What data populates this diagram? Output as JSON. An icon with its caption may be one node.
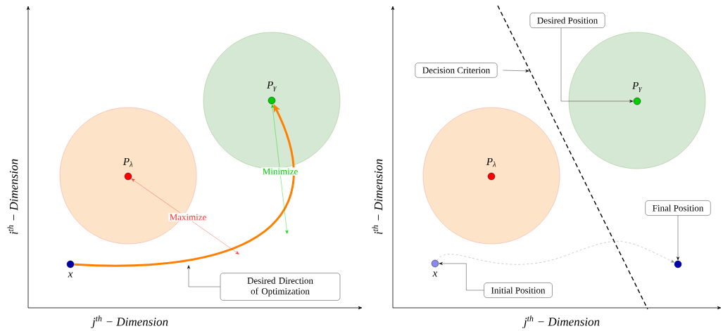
{
  "diagram": {
    "nodes": [
      {
        "text": [],
        "shape": "circle"
      },
      {
        "text": [
          "P$_{λ}$"
        ],
        "in": 0
      },
      {
        "text": [],
        "shape": "circle"
      },
      {
        "text": [
          "P$_{γ}$"
        ],
        "in": 2
      },
      {
        "text": [
          "x"
        ]
      },
      {
        "text": [
          "Desired Direction of Optimization"
        ]
      },
      {
        "text": [],
        "shape": "circle"
      },
      {
        "text": [
          "P$_{λ}$"
        ],
        "in": 6
      },
      {
        "text": [],
        "shape": "circle"
      },
      {
        "text": [
          "P$_{γ}$"
        ],
        "in": 8
      },
      {
        "text": [
          "x"
        ]
      },
      {
        "text": [],
        "shape": "circle"
      },
      {
        "text": [
          "Desired Position"
        ]
      },
      {
        "text": [
          "Decision Criterion"
        ]
      },
      {
        "text": [
          "Final Position"
        ]
      },
      {
        "text": [
          "Initial Position"
        ]
      }
    ],
    "edges": [
      {
        "from": 4,
        "to": 3,
        "arrow": "to",
        "style": "thick",
        "color": "#ff8000"
      },
      {
        "from": 1,
        "to": null,
        "arrow": "both",
        "label": "Maximize",
        "color": "#ff3333"
      },
      {
        "from": 3,
        "to": null,
        "arrow": "both",
        "label": "Minimize",
        "color": "#00cc00"
      },
      {
        "from": 5,
        "to": null,
        "arrow": "to"
      },
      {
        "from": 13,
        "to": null,
        "arrow": "to"
      },
      {
        "from": 12,
        "to": 9,
        "arrow": "to"
      },
      {
        "from": 14,
        "to": 11,
        "arrow": "to"
      },
      {
        "from": 15,
        "to": 10,
        "arrow": "to"
      },
      {
        "from": 10,
        "to": 11,
        "arrow": "to",
        "style": "dashed",
        "color": "#808080"
      }
    ],
    "labels": [
      "i$^{th}$ − Dimension",
      "j$^{th}$ − Dimension",
      "i$^{th}$ − Dimension",
      "j$^{th}$ − Dimension"
    ]
  }
}
